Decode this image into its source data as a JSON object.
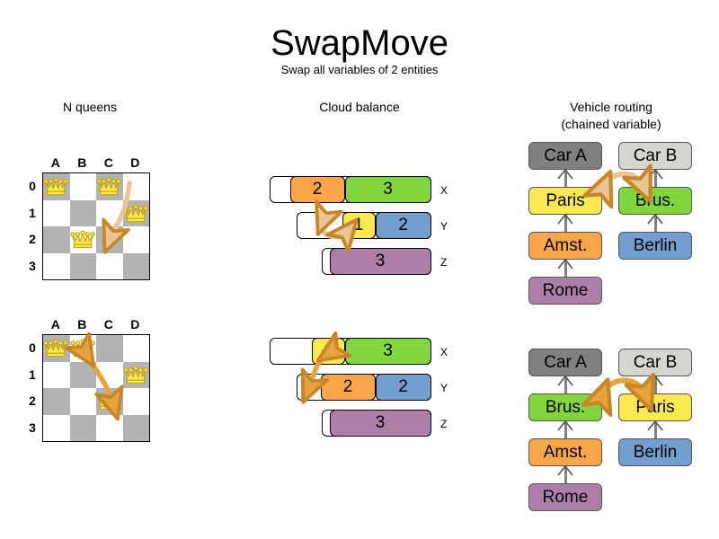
{
  "header": {
    "title": "SwapMove",
    "subtitle": "Swap all variables of 2 entities"
  },
  "sections": {
    "nqueens": {
      "title": "N queens"
    },
    "cloud": {
      "title": "Cloud balance"
    },
    "vrp": {
      "title_line1": "Vehicle routing",
      "title_line2": "(chained variable)"
    }
  },
  "nqueens": {
    "columns": [
      "A",
      "B",
      "C",
      "D"
    ],
    "rows": [
      "0",
      "1",
      "2",
      "3"
    ],
    "before": {
      "queens": [
        {
          "col": 0,
          "row": 0
        },
        {
          "col": 2,
          "row": 0
        },
        {
          "col": 3,
          "row": 1
        },
        {
          "col": 1,
          "row": 2
        }
      ],
      "move": {
        "from_col": 2,
        "from_row": 0,
        "to_col": 1,
        "to_row": 2,
        "type": "swap"
      }
    },
    "after": {
      "queens": [
        {
          "col": 0,
          "row": 0
        },
        {
          "col": 1,
          "row": 0
        },
        {
          "col": 3,
          "row": 1
        },
        {
          "col": 2,
          "row": 2
        }
      ],
      "move": {
        "from_col": 1,
        "from_row": 0,
        "to_col": 2,
        "to_row": 2,
        "type": "swap"
      }
    }
  },
  "cloud": {
    "row_labels": [
      "X",
      "Y",
      "Z"
    ],
    "before": [
      {
        "label": "X",
        "segments": [
          {
            "value": "2",
            "color": "#f9a64a",
            "width": 61
          },
          {
            "value": "3",
            "color": "#80d63c",
            "width": 96
          }
        ]
      },
      {
        "label": "Y",
        "segments": [
          {
            "value": "1",
            "color": "#fce94f",
            "width": 37
          },
          {
            "value": "2",
            "color": "#729fcf",
            "width": 62
          }
        ]
      },
      {
        "label": "Z",
        "segments": [
          {
            "value": "3",
            "color": "#ad7fa8",
            "width": 113
          }
        ]
      }
    ],
    "after": [
      {
        "label": "X",
        "segments": [
          {
            "value": "1",
            "color": "#fce94f",
            "width": 37
          },
          {
            "value": "3",
            "color": "#80d63c",
            "width": 96
          }
        ]
      },
      {
        "label": "Y",
        "segments": [
          {
            "value": "2",
            "color": "#f9a64a",
            "width": 61
          },
          {
            "value": "2",
            "color": "#729fcf",
            "width": 62
          }
        ]
      },
      {
        "label": "Z",
        "segments": [
          {
            "value": "3",
            "color": "#ad7fa8",
            "width": 113
          }
        ]
      }
    ]
  },
  "vrp": {
    "before": {
      "car_a": {
        "label": "Car A",
        "color": "#808080"
      },
      "car_b": {
        "label": "Car B",
        "color": "#d3d7cf"
      },
      "chain_a": [
        {
          "label": "Paris",
          "color": "#fce94f"
        },
        {
          "label": "Amst.",
          "color": "#f9a64a"
        },
        {
          "label": "Rome",
          "color": "#ad7fa8"
        }
      ],
      "chain_b": [
        {
          "label": "Brus.",
          "color": "#80d63c"
        },
        {
          "label": "Berlin",
          "color": "#729fcf"
        }
      ]
    },
    "after": {
      "car_a": {
        "label": "Car A",
        "color": "#808080"
      },
      "car_b": {
        "label": "Car B",
        "color": "#d3d7cf"
      },
      "chain_a": [
        {
          "label": "Brus.",
          "color": "#80d63c"
        },
        {
          "label": "Amst.",
          "color": "#f9a64a"
        },
        {
          "label": "Rome",
          "color": "#ad7fa8"
        }
      ],
      "chain_b": [
        {
          "label": "Paris",
          "color": "#fce94f"
        },
        {
          "label": "Berlin",
          "color": "#729fcf"
        }
      ]
    }
  },
  "colors": {
    "board_dark": "#b3b3b3",
    "board_light": "#ffffff",
    "queen_fill": "#fce94f",
    "queen_stroke": "#c8a000",
    "arrow_light": "#e9c496",
    "arrow_strong": "#e8a33d",
    "arrow_stroke": "#c8862a",
    "link_gray": "#808080"
  }
}
